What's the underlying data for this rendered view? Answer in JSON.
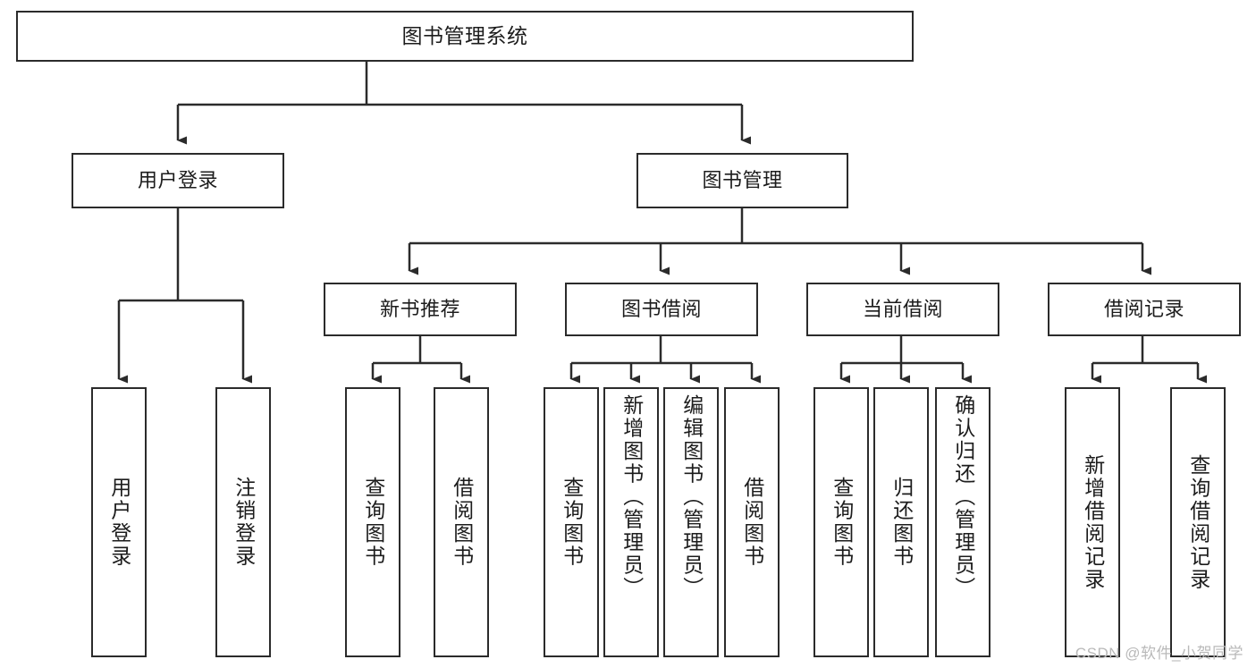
{
  "diagram": {
    "title": "图书管理系统",
    "type": "tree",
    "watermark": "CSDN @软件_小贺同学",
    "colors": {
      "stroke": "#2b2b2b",
      "fill": "#ffffff",
      "text": "#1c1c1c",
      "watermark": "#b9b9b9"
    },
    "nodes": {
      "root": {
        "label": "图书管理系统"
      },
      "level2": [
        {
          "id": "user-login",
          "label": "用户登录"
        },
        {
          "id": "book-manage",
          "label": "图书管理"
        }
      ],
      "level3": [
        {
          "id": "new-book-recommend",
          "label": "新书推荐"
        },
        {
          "id": "book-borrow",
          "label": "图书借阅"
        },
        {
          "id": "current-borrow",
          "label": "当前借阅"
        },
        {
          "id": "borrow-record",
          "label": "借阅记录"
        }
      ],
      "leaves": [
        {
          "id": "leaf-user-login",
          "label": "用户登录",
          "group": "user-login"
        },
        {
          "id": "leaf-logout",
          "label": "注销登录",
          "group": "user-login"
        },
        {
          "id": "leaf-query-book-1",
          "label": "查询图书",
          "group": "new-book-recommend"
        },
        {
          "id": "leaf-borrow-book-1",
          "label": "借阅图书",
          "group": "new-book-recommend"
        },
        {
          "id": "leaf-query-book-2",
          "label": "查询图书",
          "group": "book-borrow"
        },
        {
          "id": "leaf-add-book",
          "label": "新增图书（管理员）",
          "group": "book-borrow"
        },
        {
          "id": "leaf-edit-book",
          "label": "编辑图书（管理员）",
          "group": "book-borrow"
        },
        {
          "id": "leaf-borrow-book-2",
          "label": "借阅图书",
          "group": "book-borrow"
        },
        {
          "id": "leaf-query-book-3",
          "label": "查询图书",
          "group": "current-borrow"
        },
        {
          "id": "leaf-return-book",
          "label": "归还图书",
          "group": "current-borrow"
        },
        {
          "id": "leaf-confirm-return",
          "label": "确认归还（管理员）",
          "group": "current-borrow"
        },
        {
          "id": "leaf-add-record",
          "label": "新增借阅记录",
          "group": "borrow-record"
        },
        {
          "id": "leaf-query-record",
          "label": "查询借阅记录",
          "group": "borrow-record"
        }
      ]
    }
  }
}
